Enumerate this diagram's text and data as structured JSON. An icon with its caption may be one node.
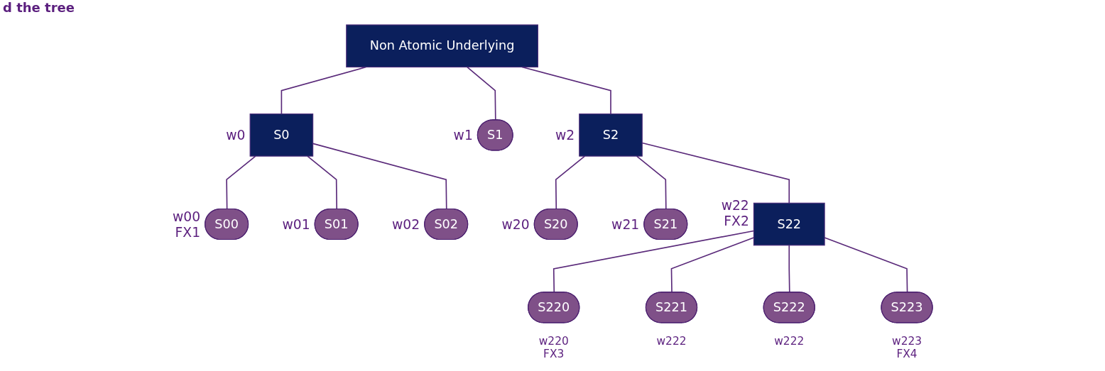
{
  "diagram": {
    "title": "d the tree",
    "nodes": [
      {
        "text": [
          "Non Atomic Underlying"
        ]
      },
      {
        "text": [
          "S0"
        ],
        "beside": [
          "w0"
        ]
      },
      {
        "text": [
          "S1"
        ],
        "beside": [
          "w1"
        ]
      },
      {
        "text": [
          "S2"
        ],
        "beside": [
          "w2"
        ]
      },
      {
        "text": [
          "S00"
        ],
        "beside": [
          "w00 FX1"
        ]
      },
      {
        "text": [
          "S01"
        ],
        "beside": [
          "w01"
        ]
      },
      {
        "text": [
          "S02"
        ],
        "beside": [
          "w02"
        ]
      },
      {
        "text": [
          "S20"
        ],
        "beside": [
          "w20"
        ]
      },
      {
        "text": [
          "S21"
        ],
        "beside": [
          "w21"
        ]
      },
      {
        "text": [
          "S22"
        ],
        "beside": [
          "w22 FX2"
        ]
      },
      {
        "text": [
          "S220"
        ],
        "beside": [
          "w220 FX3"
        ]
      },
      {
        "text": [
          "S221"
        ],
        "beside": [
          "w222"
        ]
      },
      {
        "text": [
          "S222"
        ],
        "beside": [
          "w222"
        ]
      },
      {
        "text": [
          "S223"
        ],
        "beside": [
          "w223 FX4"
        ]
      }
    ],
    "edges": [
      {
        "from": 0,
        "to": 1,
        "arrow": "none"
      },
      {
        "from": 0,
        "to": 2,
        "arrow": "none"
      },
      {
        "from": 0,
        "to": 3,
        "arrow": "none"
      },
      {
        "from": 1,
        "to": 4,
        "arrow": "none"
      },
      {
        "from": 1,
        "to": 5,
        "arrow": "none"
      },
      {
        "from": 1,
        "to": 6,
        "arrow": "none"
      },
      {
        "from": 3,
        "to": 7,
        "arrow": "none"
      },
      {
        "from": 3,
        "to": 8,
        "arrow": "none"
      },
      {
        "from": 3,
        "to": 9,
        "arrow": "none"
      },
      {
        "from": 9,
        "to": 10,
        "arrow": "none"
      },
      {
        "from": 9,
        "to": 11,
        "arrow": "none"
      },
      {
        "from": 9,
        "to": 12,
        "arrow": "none"
      },
      {
        "from": 9,
        "to": 13,
        "arrow": "none"
      }
    ]
  }
}
